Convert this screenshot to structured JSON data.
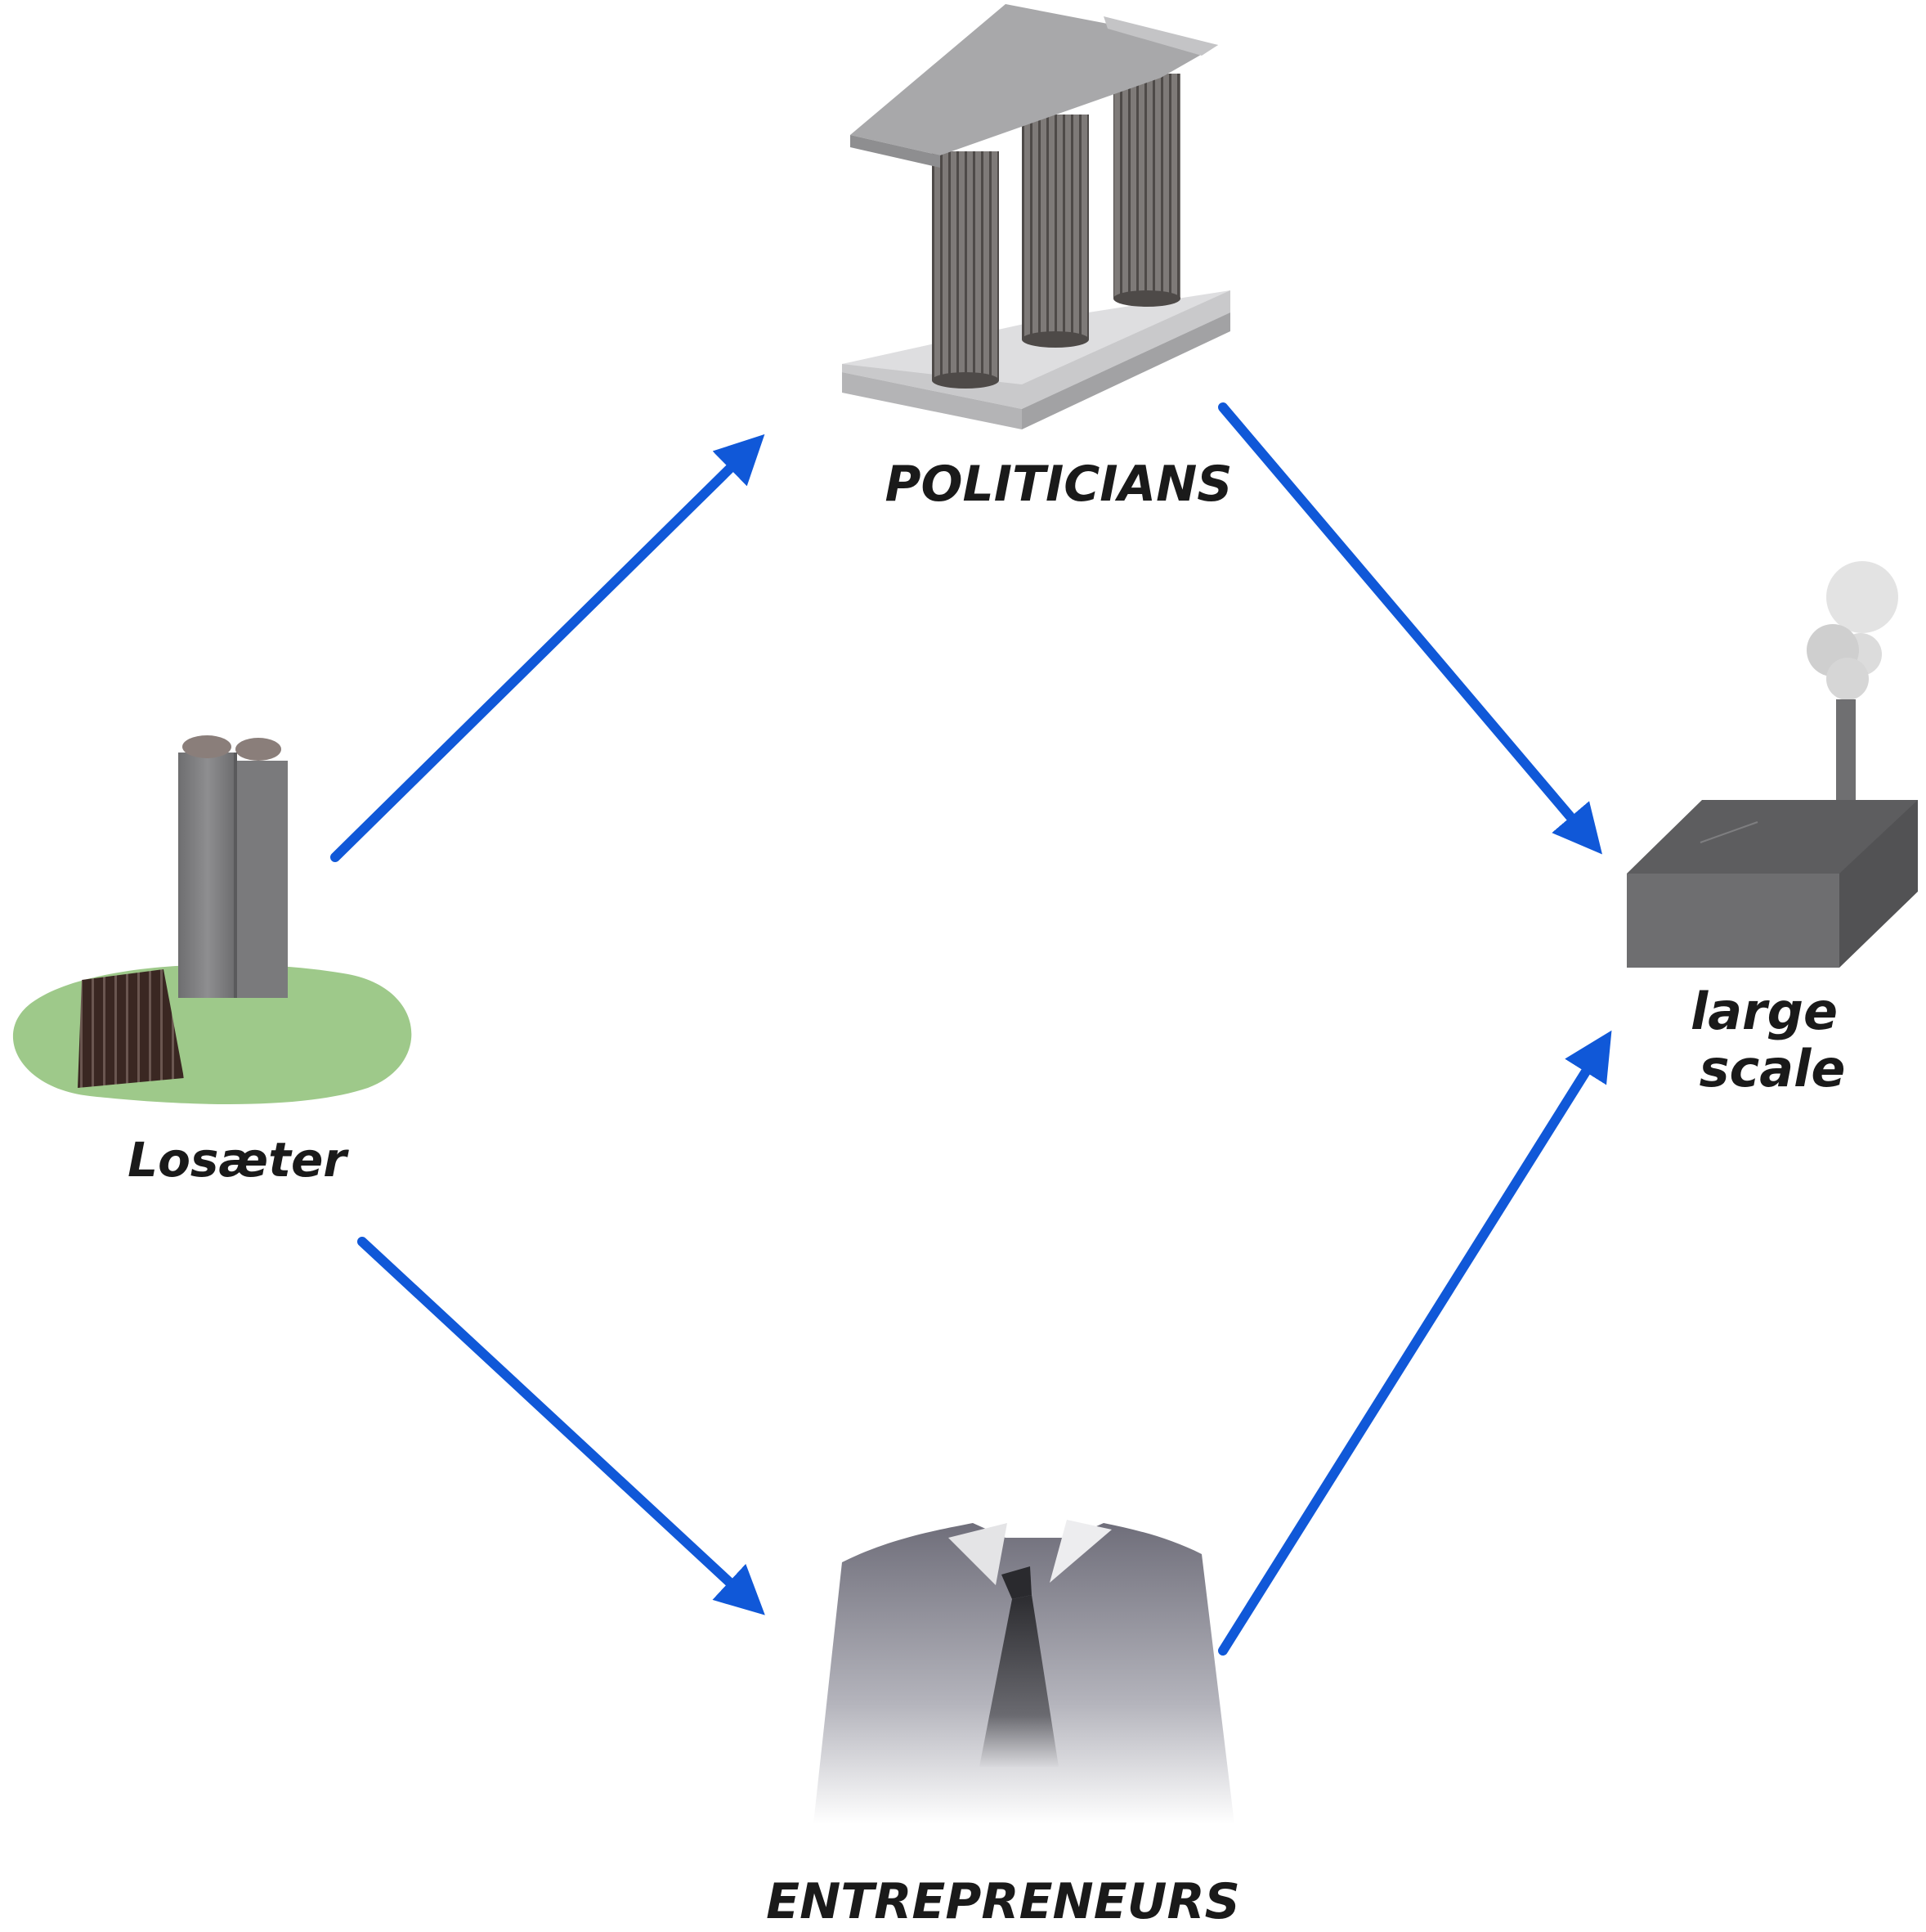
{
  "nodes": {
    "politicians": {
      "label": "POLITICIANS",
      "icon": "parliament-building-icon"
    },
    "losaeter": {
      "label": "Losæter",
      "icon": "farm-with-towers-icon"
    },
    "large_scale": {
      "label_line1": "large",
      "label_line2": "scale",
      "icon": "factory-icon"
    },
    "entrepreneurs": {
      "label": "ENTREPRENEURS",
      "icon": "suit-and-tie-icon"
    }
  },
  "colors": {
    "arrow": "#1058d8",
    "grass": "#9ec98a",
    "concrete": "#7c7c7e",
    "roof": "#a8a8aa",
    "soil": "#3a2722",
    "factory": "#69696b",
    "smoke": "#d6d6d6",
    "suit": "#7a7a86"
  }
}
